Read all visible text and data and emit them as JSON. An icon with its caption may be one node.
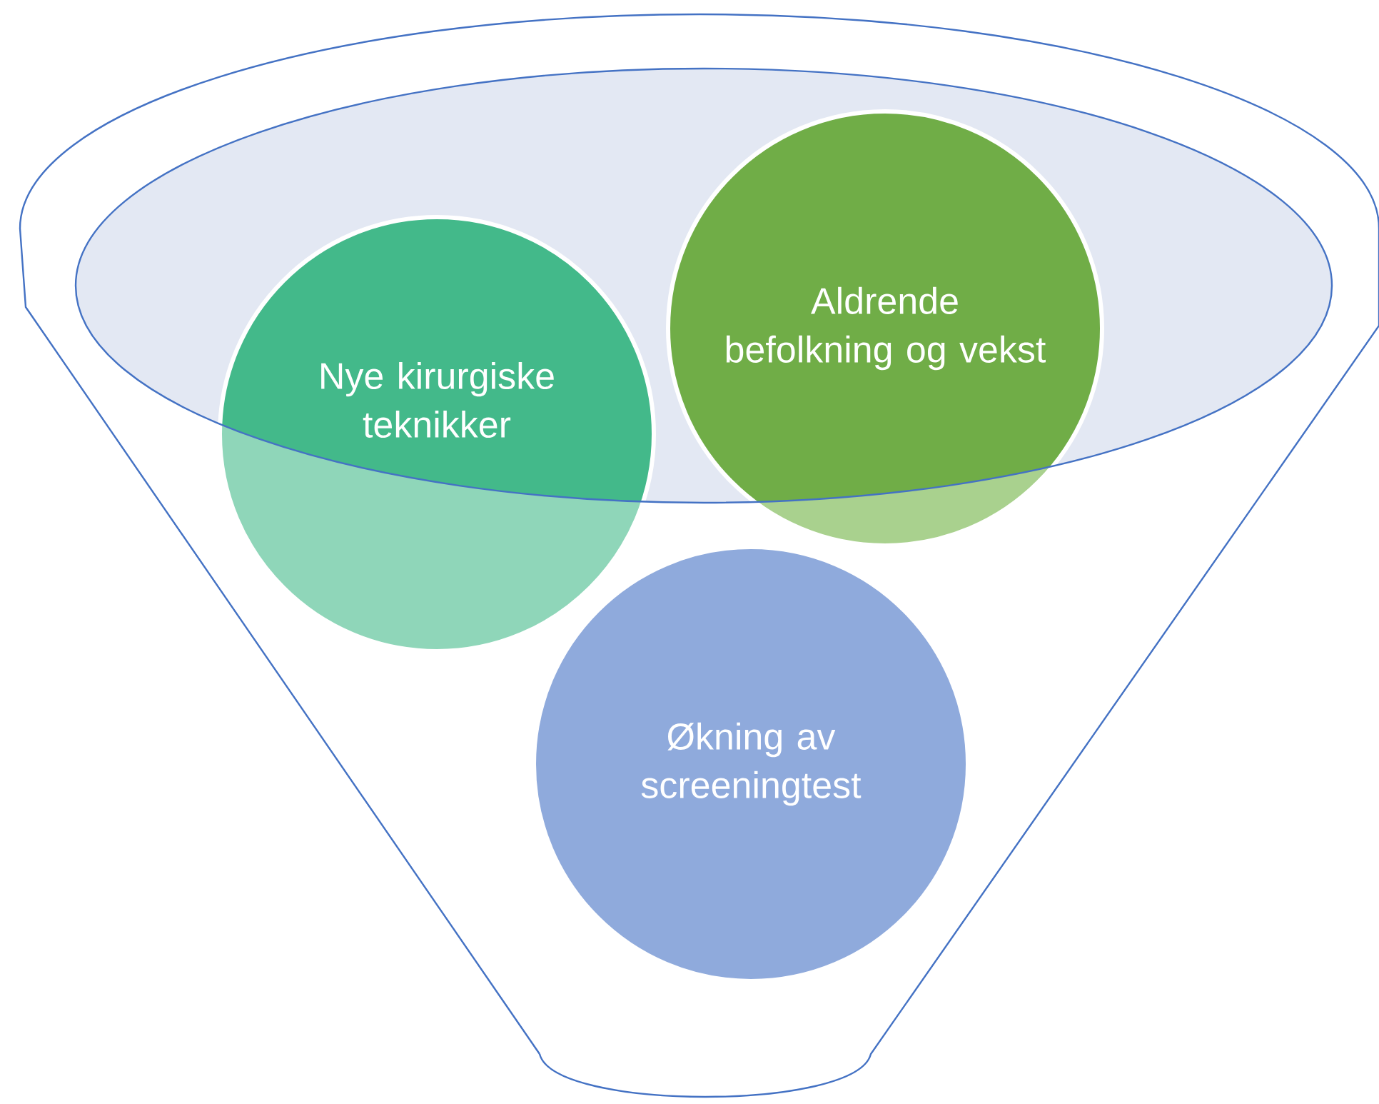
{
  "diagram": {
    "nodes": [
      {
        "text": [
          "Aldrende befolkning og vekst"
        ]
      },
      {
        "text": [
          "Nye kirurgiske teknikker"
        ]
      },
      {
        "text": [
          "Økning av screeningtest"
        ]
      }
    ]
  }
}
